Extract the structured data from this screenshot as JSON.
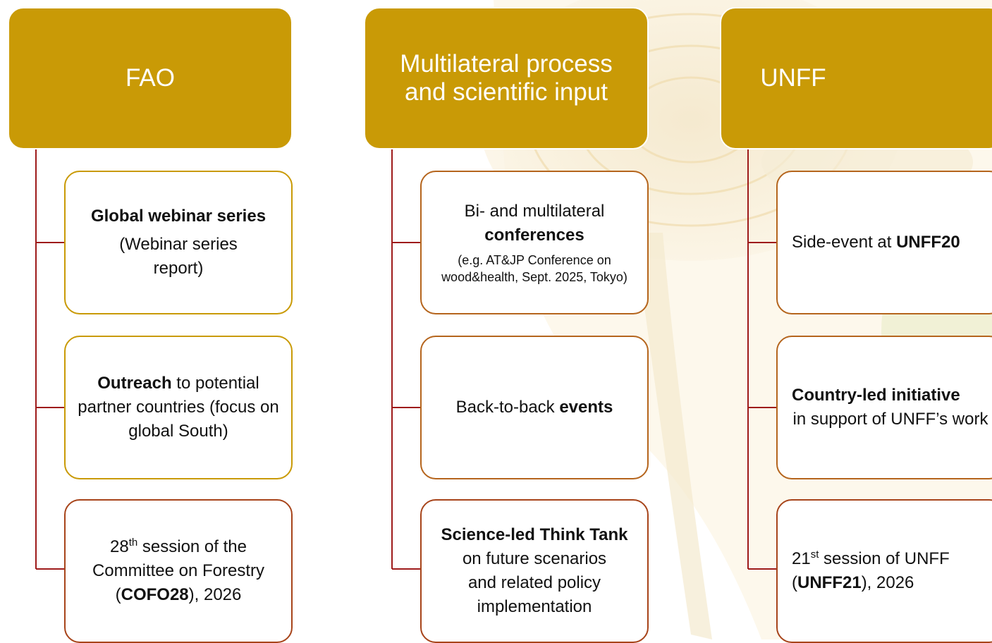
{
  "colors": {
    "header_fill": "#C99A06",
    "box_border": "#C99A06",
    "connector": "#9E1B1B"
  },
  "columns": [
    {
      "header": "FAO",
      "boxes": [
        {
          "title": "Global webinar series",
          "text": "(Webinar series report)"
        },
        {
          "bold": "Outreach",
          "text": " to potential partner countries (focus on global South)"
        },
        {
          "pre": "28",
          "sup": "th",
          "text1": " session of the Committee on Forestry (",
          "bold": "COFO28",
          "text2": "), 2026"
        }
      ]
    },
    {
      "header": "Multilateral process and scientific input",
      "boxes": [
        {
          "line1": "Bi- and multilateral",
          "bold": "conferences",
          "note": "(e.g. AT&JP Conference  on wood&health, Sept. 2025, Tokyo)"
        },
        {
          "text": "Back-to-back ",
          "bold": "events"
        },
        {
          "bold": "Science-led Think Tank",
          "text": "on future scenarios and related policy implementation"
        }
      ]
    },
    {
      "header": "UNFF",
      "boxes": [
        {
          "text": "Side-event at ",
          "bold": "UNFF20"
        },
        {
          "bold": "Country-led initiative",
          "text": "in support of UNFF’s work"
        },
        {
          "pre": "21",
          "sup": "st",
          "text1": " session of UNFF (",
          "bold": "UNFF21",
          "text2": "), 2026"
        }
      ]
    }
  ]
}
